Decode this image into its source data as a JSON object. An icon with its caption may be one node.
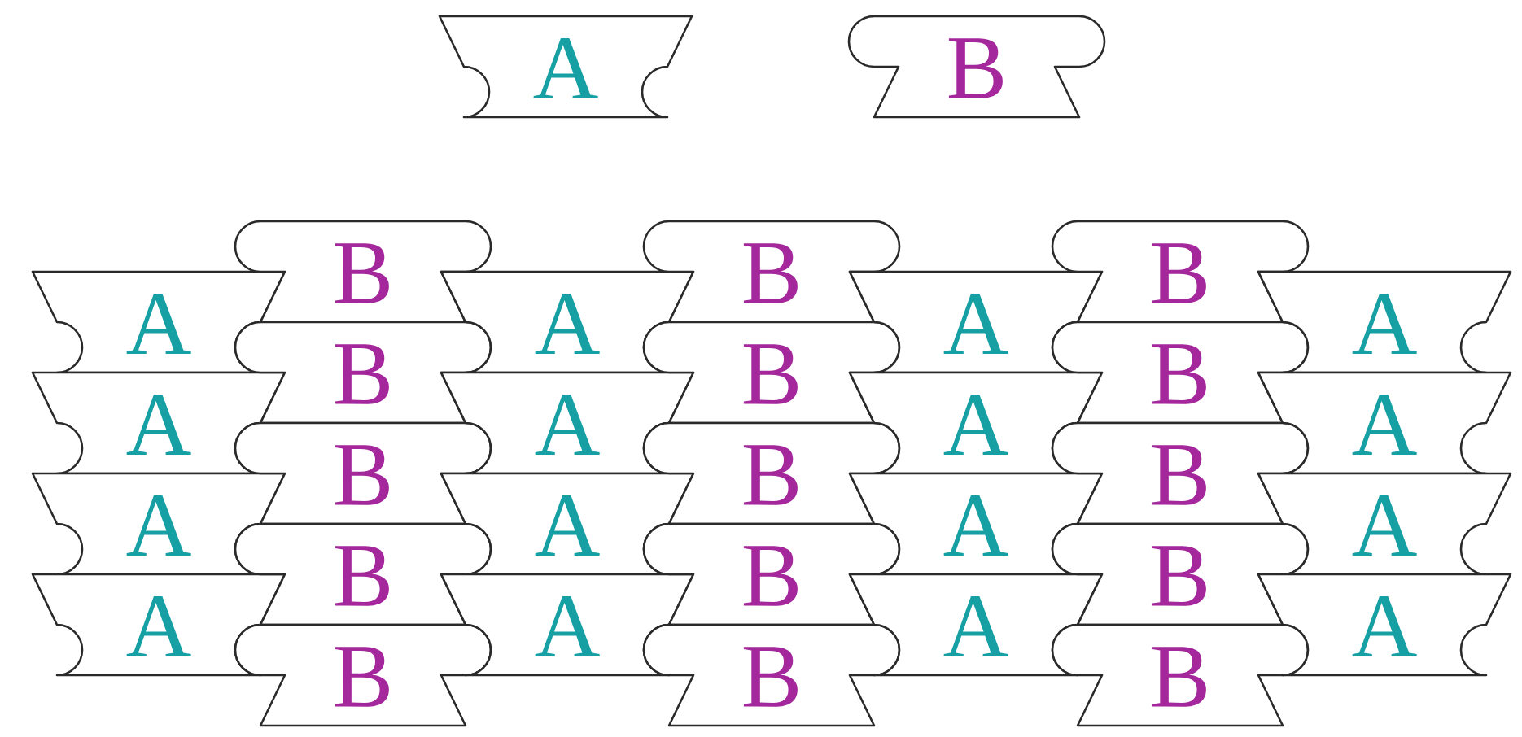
{
  "diagram": {
    "nodes": [
      {
        "text": [
          "A"
        ]
      },
      {
        "text": [
          "B"
        ]
      },
      {
        "text": [
          "A"
        ]
      },
      {
        "text": [
          "A"
        ]
      },
      {
        "text": [
          "A"
        ]
      },
      {
        "text": [
          "A"
        ]
      },
      {
        "text": [
          "B"
        ]
      },
      {
        "text": [
          "B"
        ]
      },
      {
        "text": [
          "B"
        ]
      },
      {
        "text": [
          "B"
        ]
      },
      {
        "text": [
          "B"
        ]
      },
      {
        "text": [
          "A"
        ]
      },
      {
        "text": [
          "A"
        ]
      },
      {
        "text": [
          "A"
        ]
      },
      {
        "text": [
          "A"
        ]
      },
      {
        "text": [
          "B"
        ]
      },
      {
        "text": [
          "B"
        ]
      },
      {
        "text": [
          "B"
        ]
      },
      {
        "text": [
          "B"
        ]
      },
      {
        "text": [
          "B"
        ]
      },
      {
        "text": [
          "A"
        ]
      },
      {
        "text": [
          "A"
        ]
      },
      {
        "text": [
          "A"
        ]
      },
      {
        "text": [
          "A"
        ]
      },
      {
        "text": [
          "B"
        ]
      },
      {
        "text": [
          "B"
        ]
      },
      {
        "text": [
          "B"
        ]
      },
      {
        "text": [
          "B"
        ]
      },
      {
        "text": [
          "B"
        ]
      },
      {
        "text": [
          "A"
        ]
      },
      {
        "text": [
          "A"
        ]
      },
      {
        "text": [
          "A"
        ]
      },
      {
        "text": [
          "A"
        ]
      }
    ]
  }
}
